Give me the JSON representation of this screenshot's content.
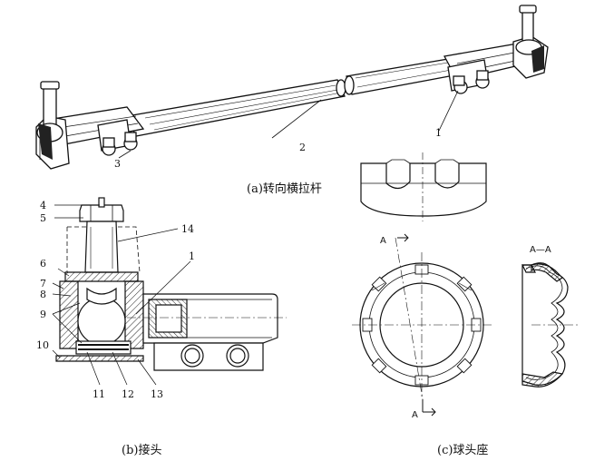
{
  "captions": {
    "a": "(a)转向横拉杆",
    "b": "(b)接头",
    "c": "(c)球头座"
  },
  "labels_a": {
    "n1": "1",
    "n2": "2",
    "n3": "3"
  },
  "labels_b": {
    "n4": "4",
    "n5": "5",
    "n14": "14",
    "n6": "6",
    "n1": "1",
    "n7": "7",
    "n8": "8",
    "n9": "9",
    "n10": "10",
    "n11": "11",
    "n12": "12",
    "n13": "13"
  },
  "labels_c": {
    "a_top": "A",
    "a_bottom": "A",
    "section": "A—A"
  }
}
